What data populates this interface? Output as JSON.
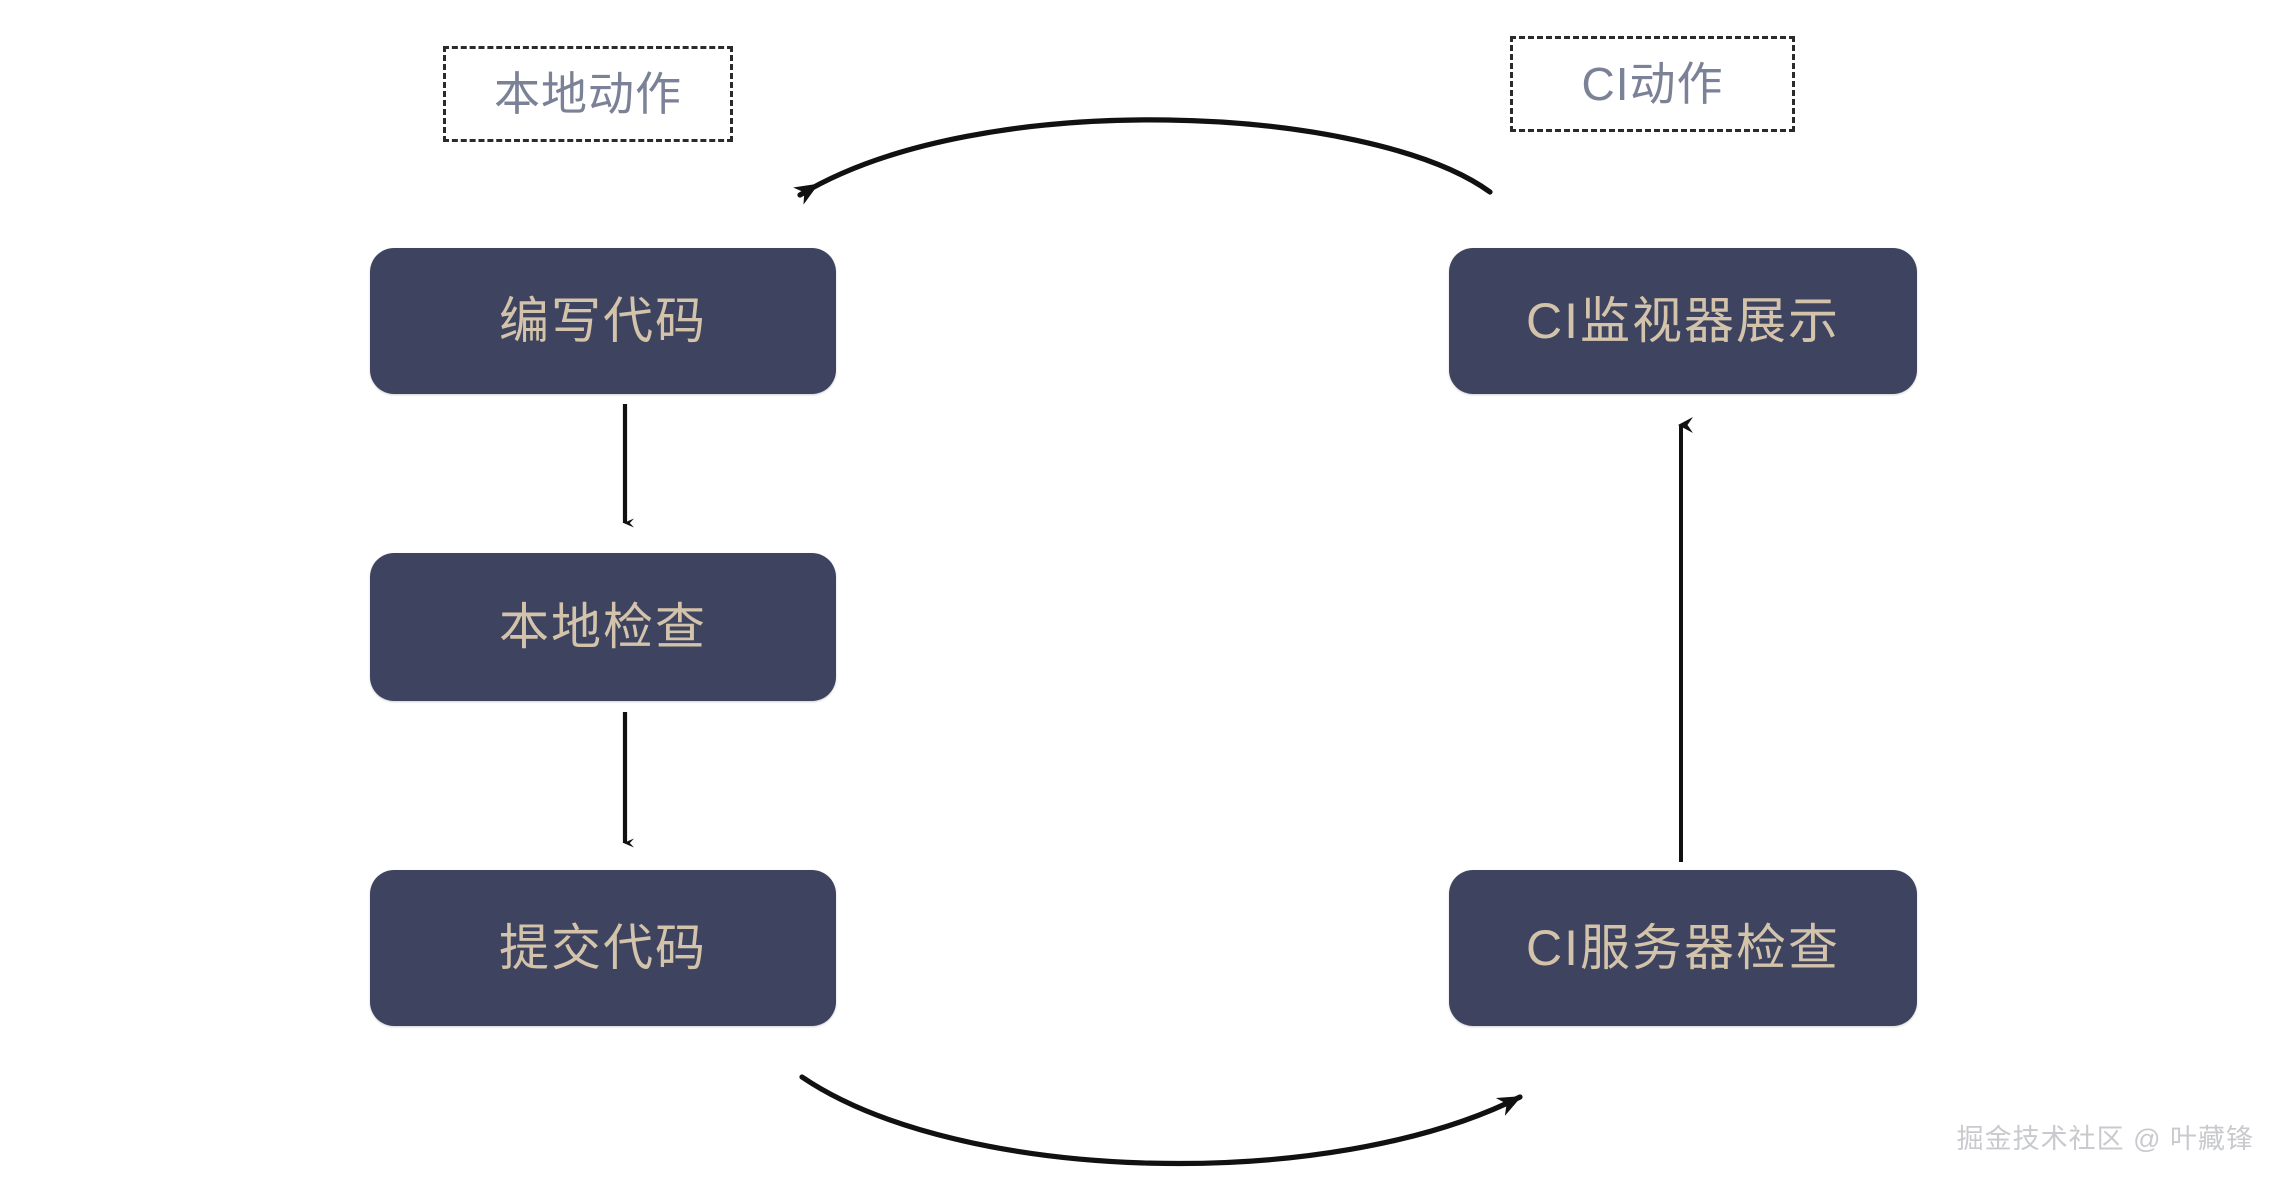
{
  "diagram": {
    "title": "CI workflow loop",
    "background_color": "#ffffff",
    "node_fill_color": "#3e4460",
    "node_text_color": "#d3c3aa",
    "group_label_text_color": "#7b8196",
    "arrow_color": "#111111",
    "groups": [
      {
        "id": "local",
        "label": "本地动作"
      },
      {
        "id": "ci",
        "label": "CI动作"
      }
    ],
    "nodes": [
      {
        "id": "write-code",
        "label": "编写代码"
      },
      {
        "id": "local-check",
        "label": "本地检查"
      },
      {
        "id": "commit-code",
        "label": "提交代码"
      },
      {
        "id": "ci-monitor",
        "label": "CI监视器展示"
      },
      {
        "id": "ci-server-check",
        "label": "CI服务器检查"
      }
    ],
    "connectors": [
      {
        "id": "write-to-local-check",
        "from": "write-code",
        "to": "local-check",
        "style": "straight-down"
      },
      {
        "id": "local-check-to-commit",
        "from": "local-check",
        "to": "commit-code",
        "style": "straight-down"
      },
      {
        "id": "commit-to-ci-server",
        "from": "commit-code",
        "to": "ci-server-check",
        "style": "curve-bottom-right"
      },
      {
        "id": "ci-server-to-ci-monitor",
        "from": "ci-server-check",
        "to": "ci-monitor",
        "style": "straight-up"
      },
      {
        "id": "ci-monitor-to-write-code",
        "from": "ci-monitor",
        "to": "write-code",
        "style": "curve-top-left"
      }
    ]
  },
  "watermark": {
    "text": "掘金技术社区 @ 叶藏锋"
  }
}
